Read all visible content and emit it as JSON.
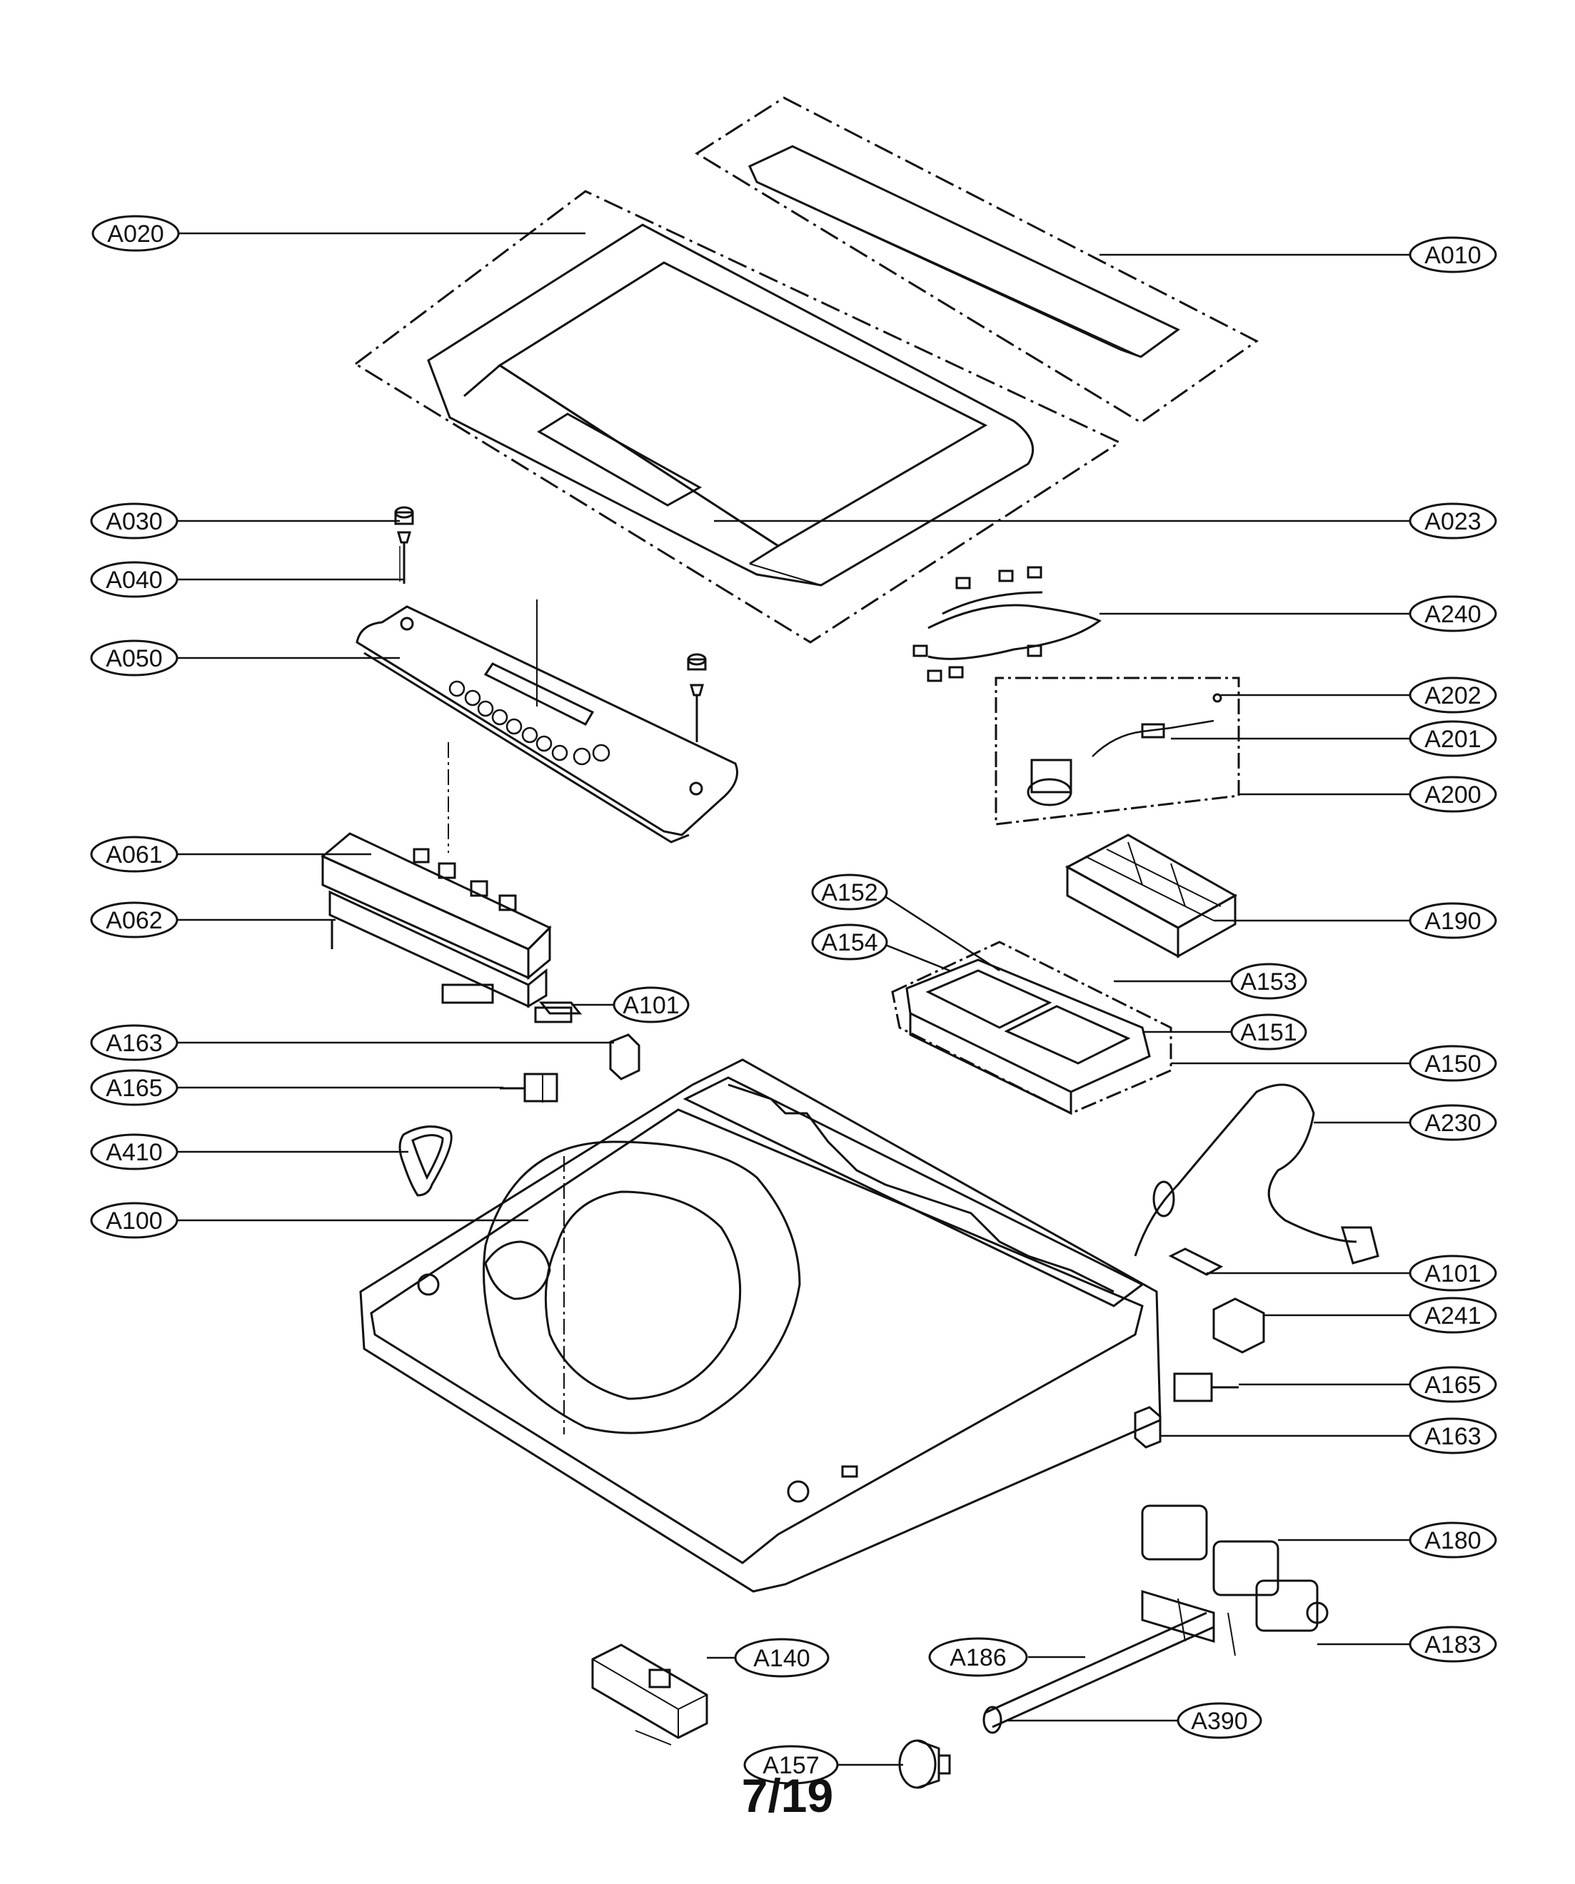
{
  "page_number": "7/19",
  "labels": {
    "A010": "A010",
    "A020": "A020",
    "A023": "A023",
    "A030": "A030",
    "A040": "A040",
    "A050": "A050",
    "A061": "A061",
    "A062": "A062",
    "A100": "A100",
    "A101_upper": "A101",
    "A101_lower": "A101",
    "A140": "A140",
    "A150": "A150",
    "A151": "A151",
    "A152": "A152",
    "A153": "A153",
    "A154": "A154",
    "A157": "A157",
    "A163_left": "A163",
    "A163_right": "A163",
    "A165_left": "A165",
    "A165_right": "A165",
    "A180": "A180",
    "A183": "A183",
    "A186": "A186",
    "A190": "A190",
    "A200": "A200",
    "A201": "A201",
    "A202": "A202",
    "A230": "A230",
    "A240": "A240",
    "A241": "A241",
    "A390": "A390",
    "A410": "A410"
  }
}
